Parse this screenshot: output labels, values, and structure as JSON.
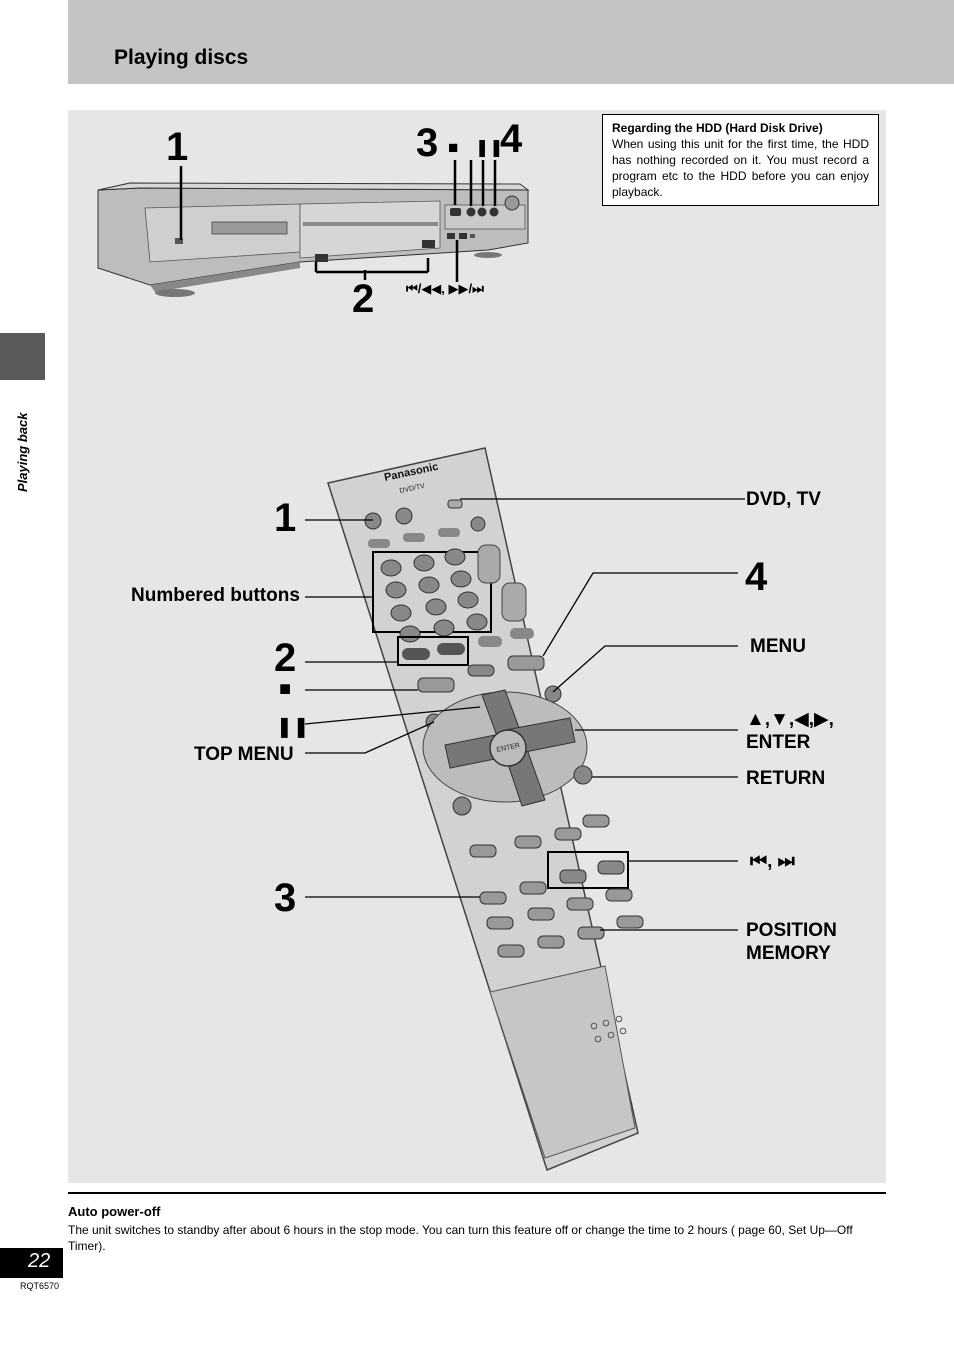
{
  "header": {
    "title": "Playing discs"
  },
  "side": {
    "label": "Playing back"
  },
  "note": {
    "title": "Regarding the HDD (Hard Disk Drive)",
    "text": "When using this unit for the first time, the HDD has nothing recorded on it. You must record a program etc to the HDD before you can enjoy playback."
  },
  "deck": {
    "n1": "1",
    "n2": "2",
    "n3": "3",
    "n4": "4",
    "skip_label": "⏮/◀◀, ▶▶/⏭"
  },
  "remote": {
    "brand": "Panasonic",
    "model": "DVD/TV",
    "enter": "ENTER",
    "labels": {
      "n1": "1",
      "n2": "2",
      "n3": "3",
      "n4": "4",
      "dvd_tv": "DVD, TV",
      "numbered": "Numbered buttons",
      "menu": "MENU",
      "arrows": "▲,▼,◀,▶,",
      "enter": "ENTER",
      "top_menu": "TOP MENU",
      "return": "RETURN",
      "skip": "⏮, ⏭",
      "position_1": "POSITION",
      "position_2": "MEMORY"
    }
  },
  "autopoweroff": {
    "title": "Auto power-off",
    "text": "The unit switches to standby after about 6 hours in the stop mode. You can turn this feature off or change the time to 2 hours (     page 60, Set Up—Off Timer)."
  },
  "footer": {
    "page": "22",
    "code": "RQT6570"
  }
}
